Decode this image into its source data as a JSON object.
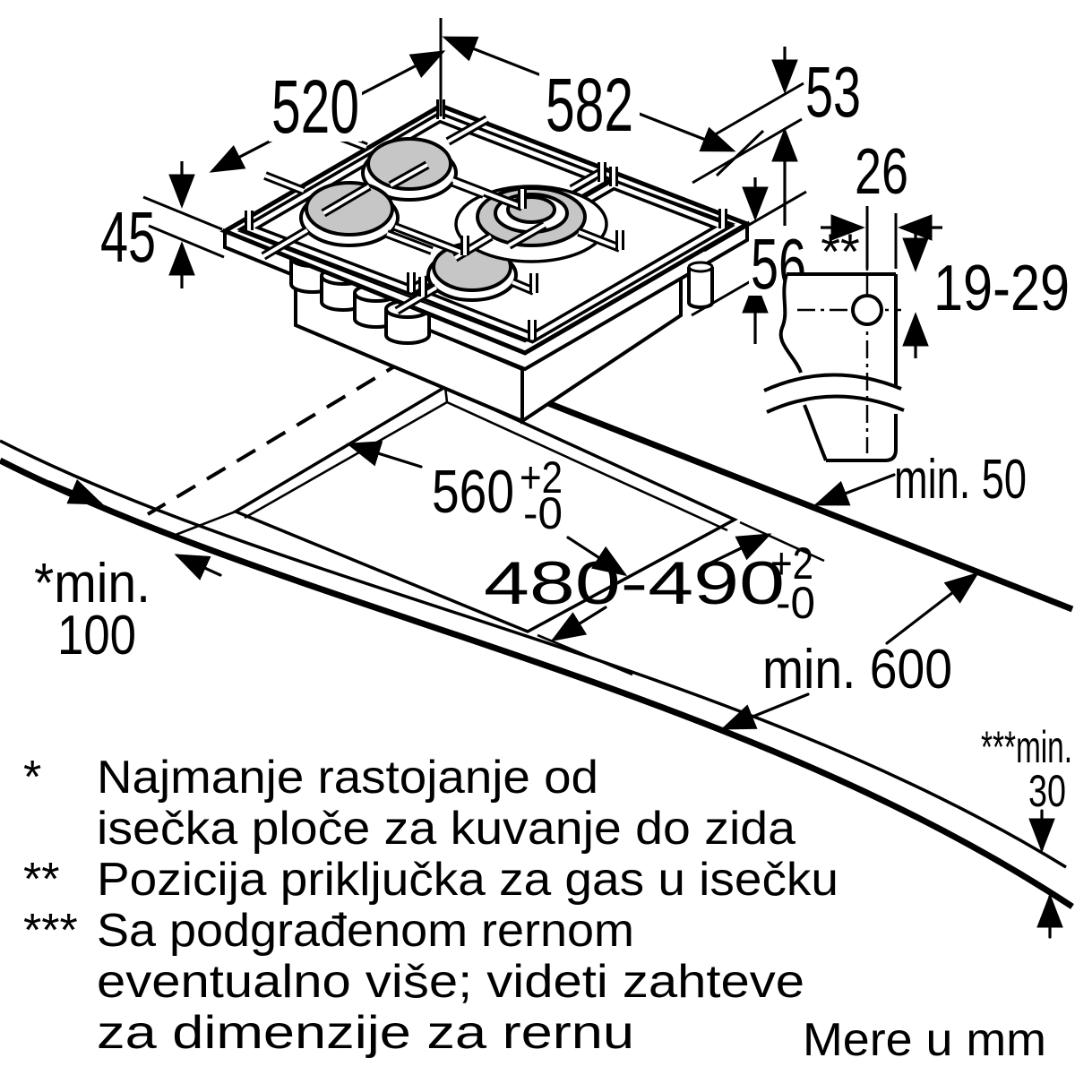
{
  "colors": {
    "line": "#000000",
    "burner_gray": "#c6c6c6",
    "background": "#ffffff"
  },
  "dims": {
    "w520": "520",
    "w582": "582",
    "h53": "53",
    "h56": "56",
    "h45": "45",
    "gas26": "26",
    "gas1929": "19-29",
    "gasmark": "**",
    "c560": "560",
    "c560p": "+2",
    "c560m": "-0",
    "c480": "480-490",
    "c480p": "+2",
    "c480m": "-0",
    "min50": "min. 50",
    "min600": "min. 600",
    "min100a": "*min.",
    "min100b": "100",
    "min30a": "***min.",
    "min30b": "30"
  },
  "footnotes": [
    {
      "symbol": "*",
      "lines": [
        "Najmanje rastojanje od",
        "isečka ploče za kuvanje do zida"
      ]
    },
    {
      "symbol": "**",
      "lines": [
        "Pozicija priključka za gas u isečku"
      ]
    },
    {
      "symbol": "***",
      "lines": [
        "Sa podgrađenom rernom",
        "eventualno više; videti zahteve",
        "za dimenzije za rernu"
      ]
    }
  ],
  "units_note": "Mere u mm"
}
